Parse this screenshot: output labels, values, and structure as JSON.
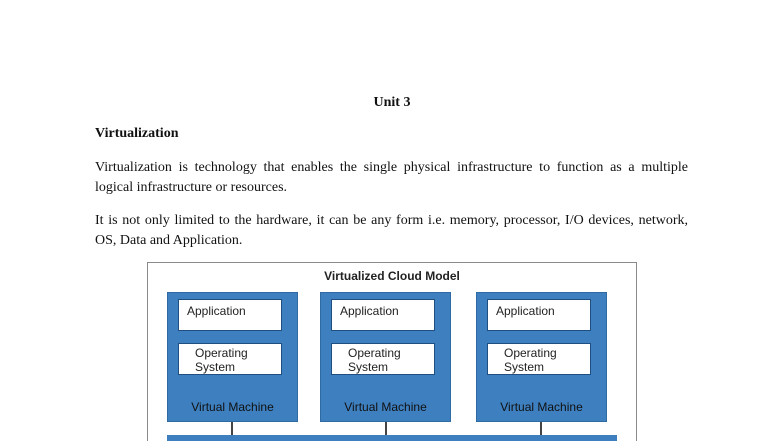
{
  "unit_title": "Unit 3",
  "section_heading": "Virtualization",
  "paragraphs": [
    "Virtualization is technology that enables the single physical infrastructure to function as a multiple logical infrastructure or resources.",
    "It is not only limited to the hardware, it can be any form i.e. memory, processor, I/O devices, network, OS, Data and Application."
  ],
  "figure": {
    "title": "Virtualized Cloud Model",
    "machines": [
      {
        "application": "Application",
        "os": "Operating System",
        "label": "Virtual Machine"
      },
      {
        "application": "Application",
        "os": "Operating System",
        "label": "Virtual Machine"
      },
      {
        "application": "Application",
        "os": "Operating System",
        "label": "Virtual Machine"
      }
    ],
    "colors": {
      "vm_fill": "#3d7fbf",
      "box_fill": "#ffffff"
    }
  }
}
